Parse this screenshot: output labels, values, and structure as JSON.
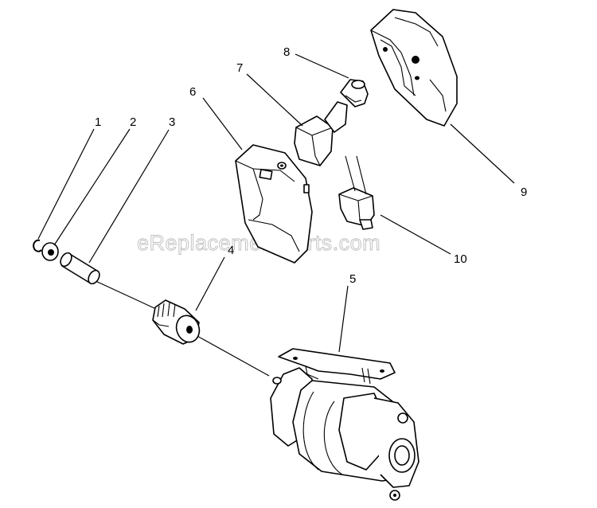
{
  "watermark": "eReplacementParts.com",
  "callouts": [
    {
      "id": "1",
      "text": "1"
    },
    {
      "id": "2",
      "text": "2"
    },
    {
      "id": "3",
      "text": "3"
    },
    {
      "id": "4",
      "text": "4"
    },
    {
      "id": "5",
      "text": "5"
    },
    {
      "id": "6",
      "text": "6"
    },
    {
      "id": "7",
      "text": "7"
    },
    {
      "id": "8",
      "text": "8"
    },
    {
      "id": "9",
      "text": "9"
    },
    {
      "id": "10",
      "text": "10"
    }
  ]
}
